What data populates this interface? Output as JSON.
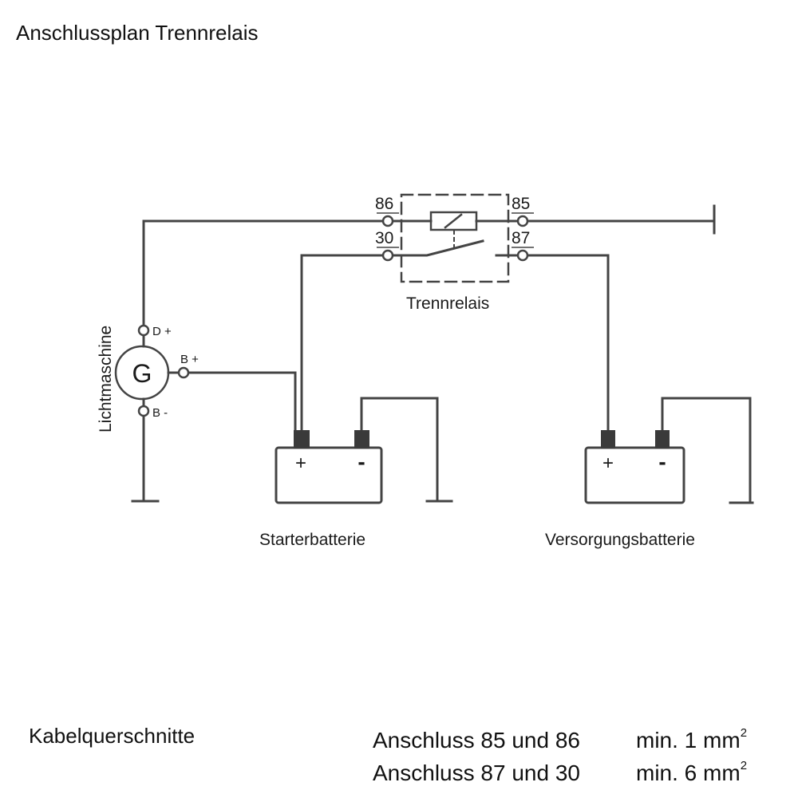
{
  "title": "Anschlussplan Trennrelais",
  "diagram": {
    "relay": {
      "label": "Trennrelais",
      "terminals": {
        "t86": "86",
        "t85": "85",
        "t30": "30",
        "t87": "87"
      }
    },
    "generator": {
      "label": "Lichtmaschine",
      "symbol": "G",
      "terminals": {
        "d_plus": "D +",
        "b_plus": "B +",
        "b_minus": "B -"
      }
    },
    "starter_battery": {
      "label": "Starterbatterie",
      "plus": "+",
      "minus": "-"
    },
    "supply_battery": {
      "label": "Versorgungsbatterie",
      "plus": "+",
      "minus": "-"
    },
    "colors": {
      "line": "#444444",
      "terminal_post": "#3a3a3a",
      "background": "#ffffff"
    }
  },
  "cable_sizes": {
    "heading": "Kabelquerschnitte",
    "rows": [
      {
        "connection": "Anschluss 85 und 86",
        "min": "min. 1 mm",
        "exp": "2"
      },
      {
        "connection": "Anschluss 87 und 30",
        "min": "min. 6 mm",
        "exp": "2"
      }
    ]
  }
}
